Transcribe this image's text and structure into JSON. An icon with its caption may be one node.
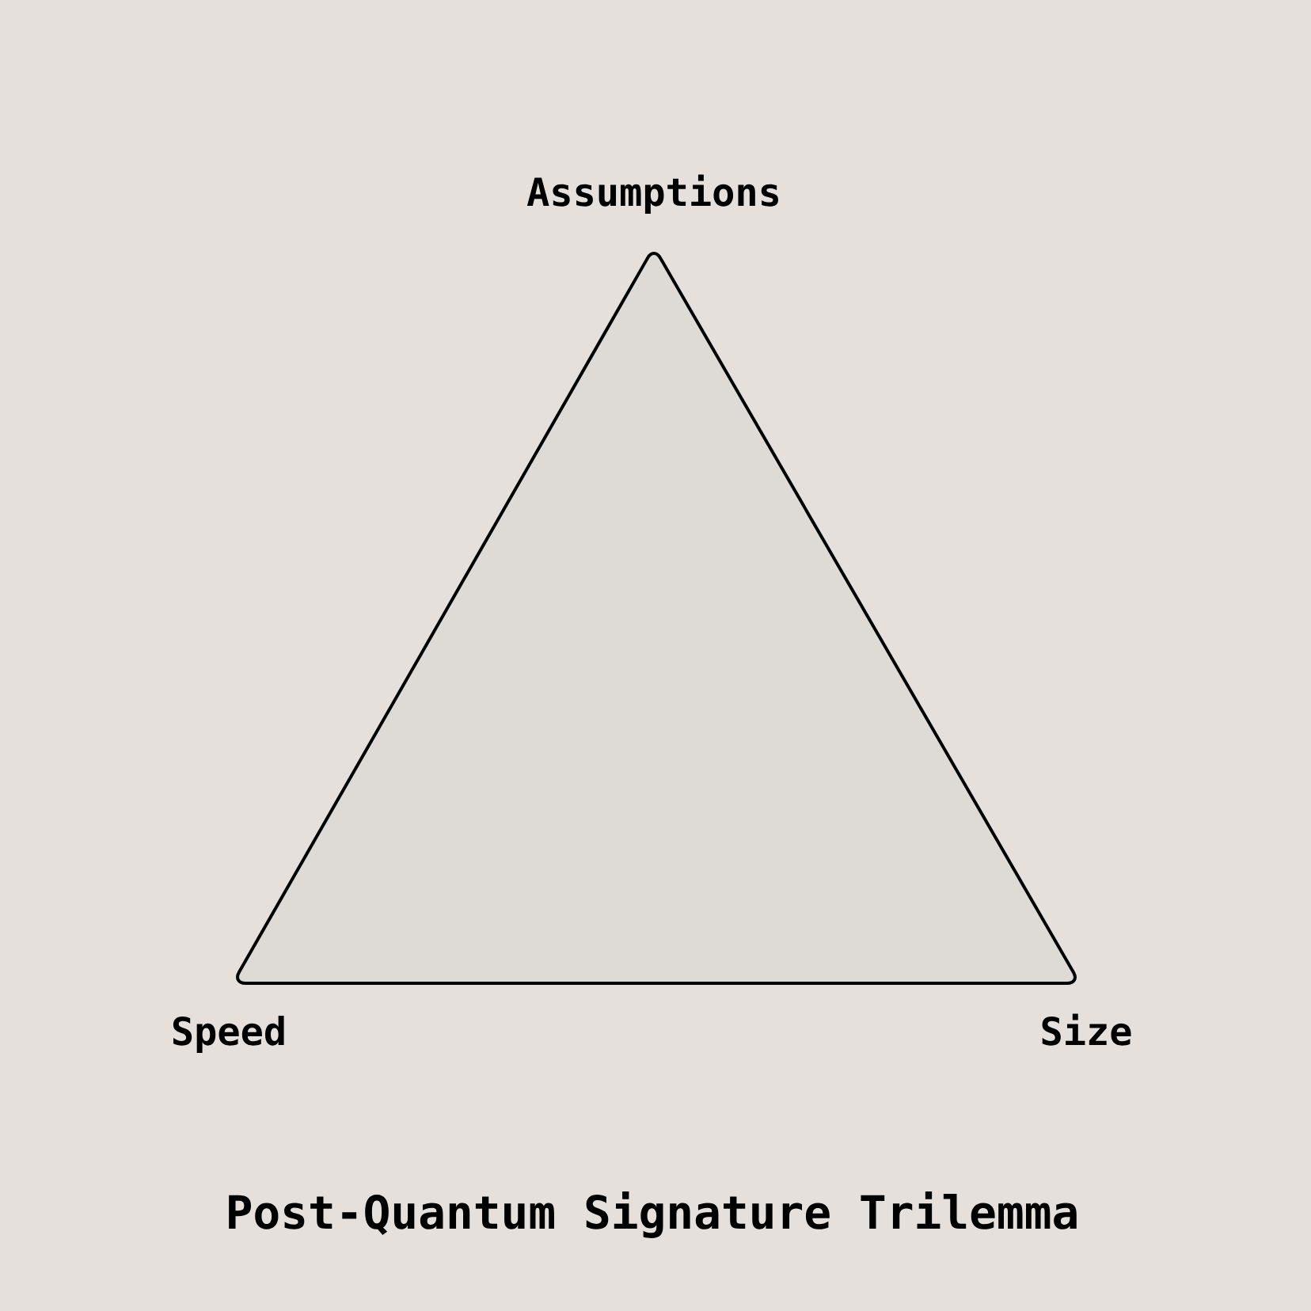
{
  "diagram": {
    "title": "Post-Quantum Signature Trilemma",
    "labels": [
      "Assumptions",
      "Speed",
      "Size"
    ]
  }
}
